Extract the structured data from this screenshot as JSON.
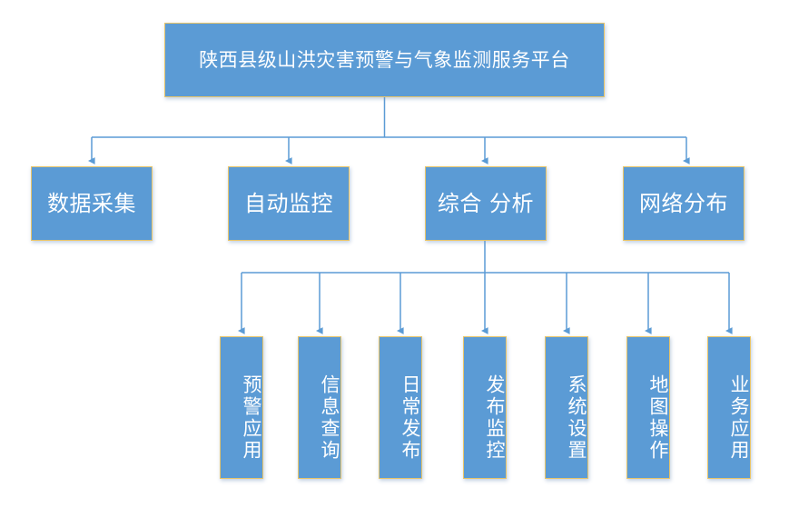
{
  "diagram": {
    "type": "org-chart",
    "orientation": "top-down",
    "colors": {
      "node_fill": "#5B9BD5",
      "node_border": "#E8C56B",
      "node_text": "#FFFFFF",
      "connector": "#5B9BD5",
      "background": "#FFFFFF"
    },
    "root": {
      "label": "陕西县级山洪灾害预警与气象监测服务平台"
    },
    "level2": [
      {
        "label": "数据采集"
      },
      {
        "label": "自动监控"
      },
      {
        "label": "综合 分析"
      },
      {
        "label": "网络分布"
      }
    ],
    "level3_parent": "综合 分析",
    "level3": [
      {
        "label": "预警应用"
      },
      {
        "label": "信息查询"
      },
      {
        "label": "日常发布"
      },
      {
        "label": "发布监控"
      },
      {
        "label": "系统设置"
      },
      {
        "label": "地图操作"
      },
      {
        "label": "业务应用"
      }
    ]
  }
}
